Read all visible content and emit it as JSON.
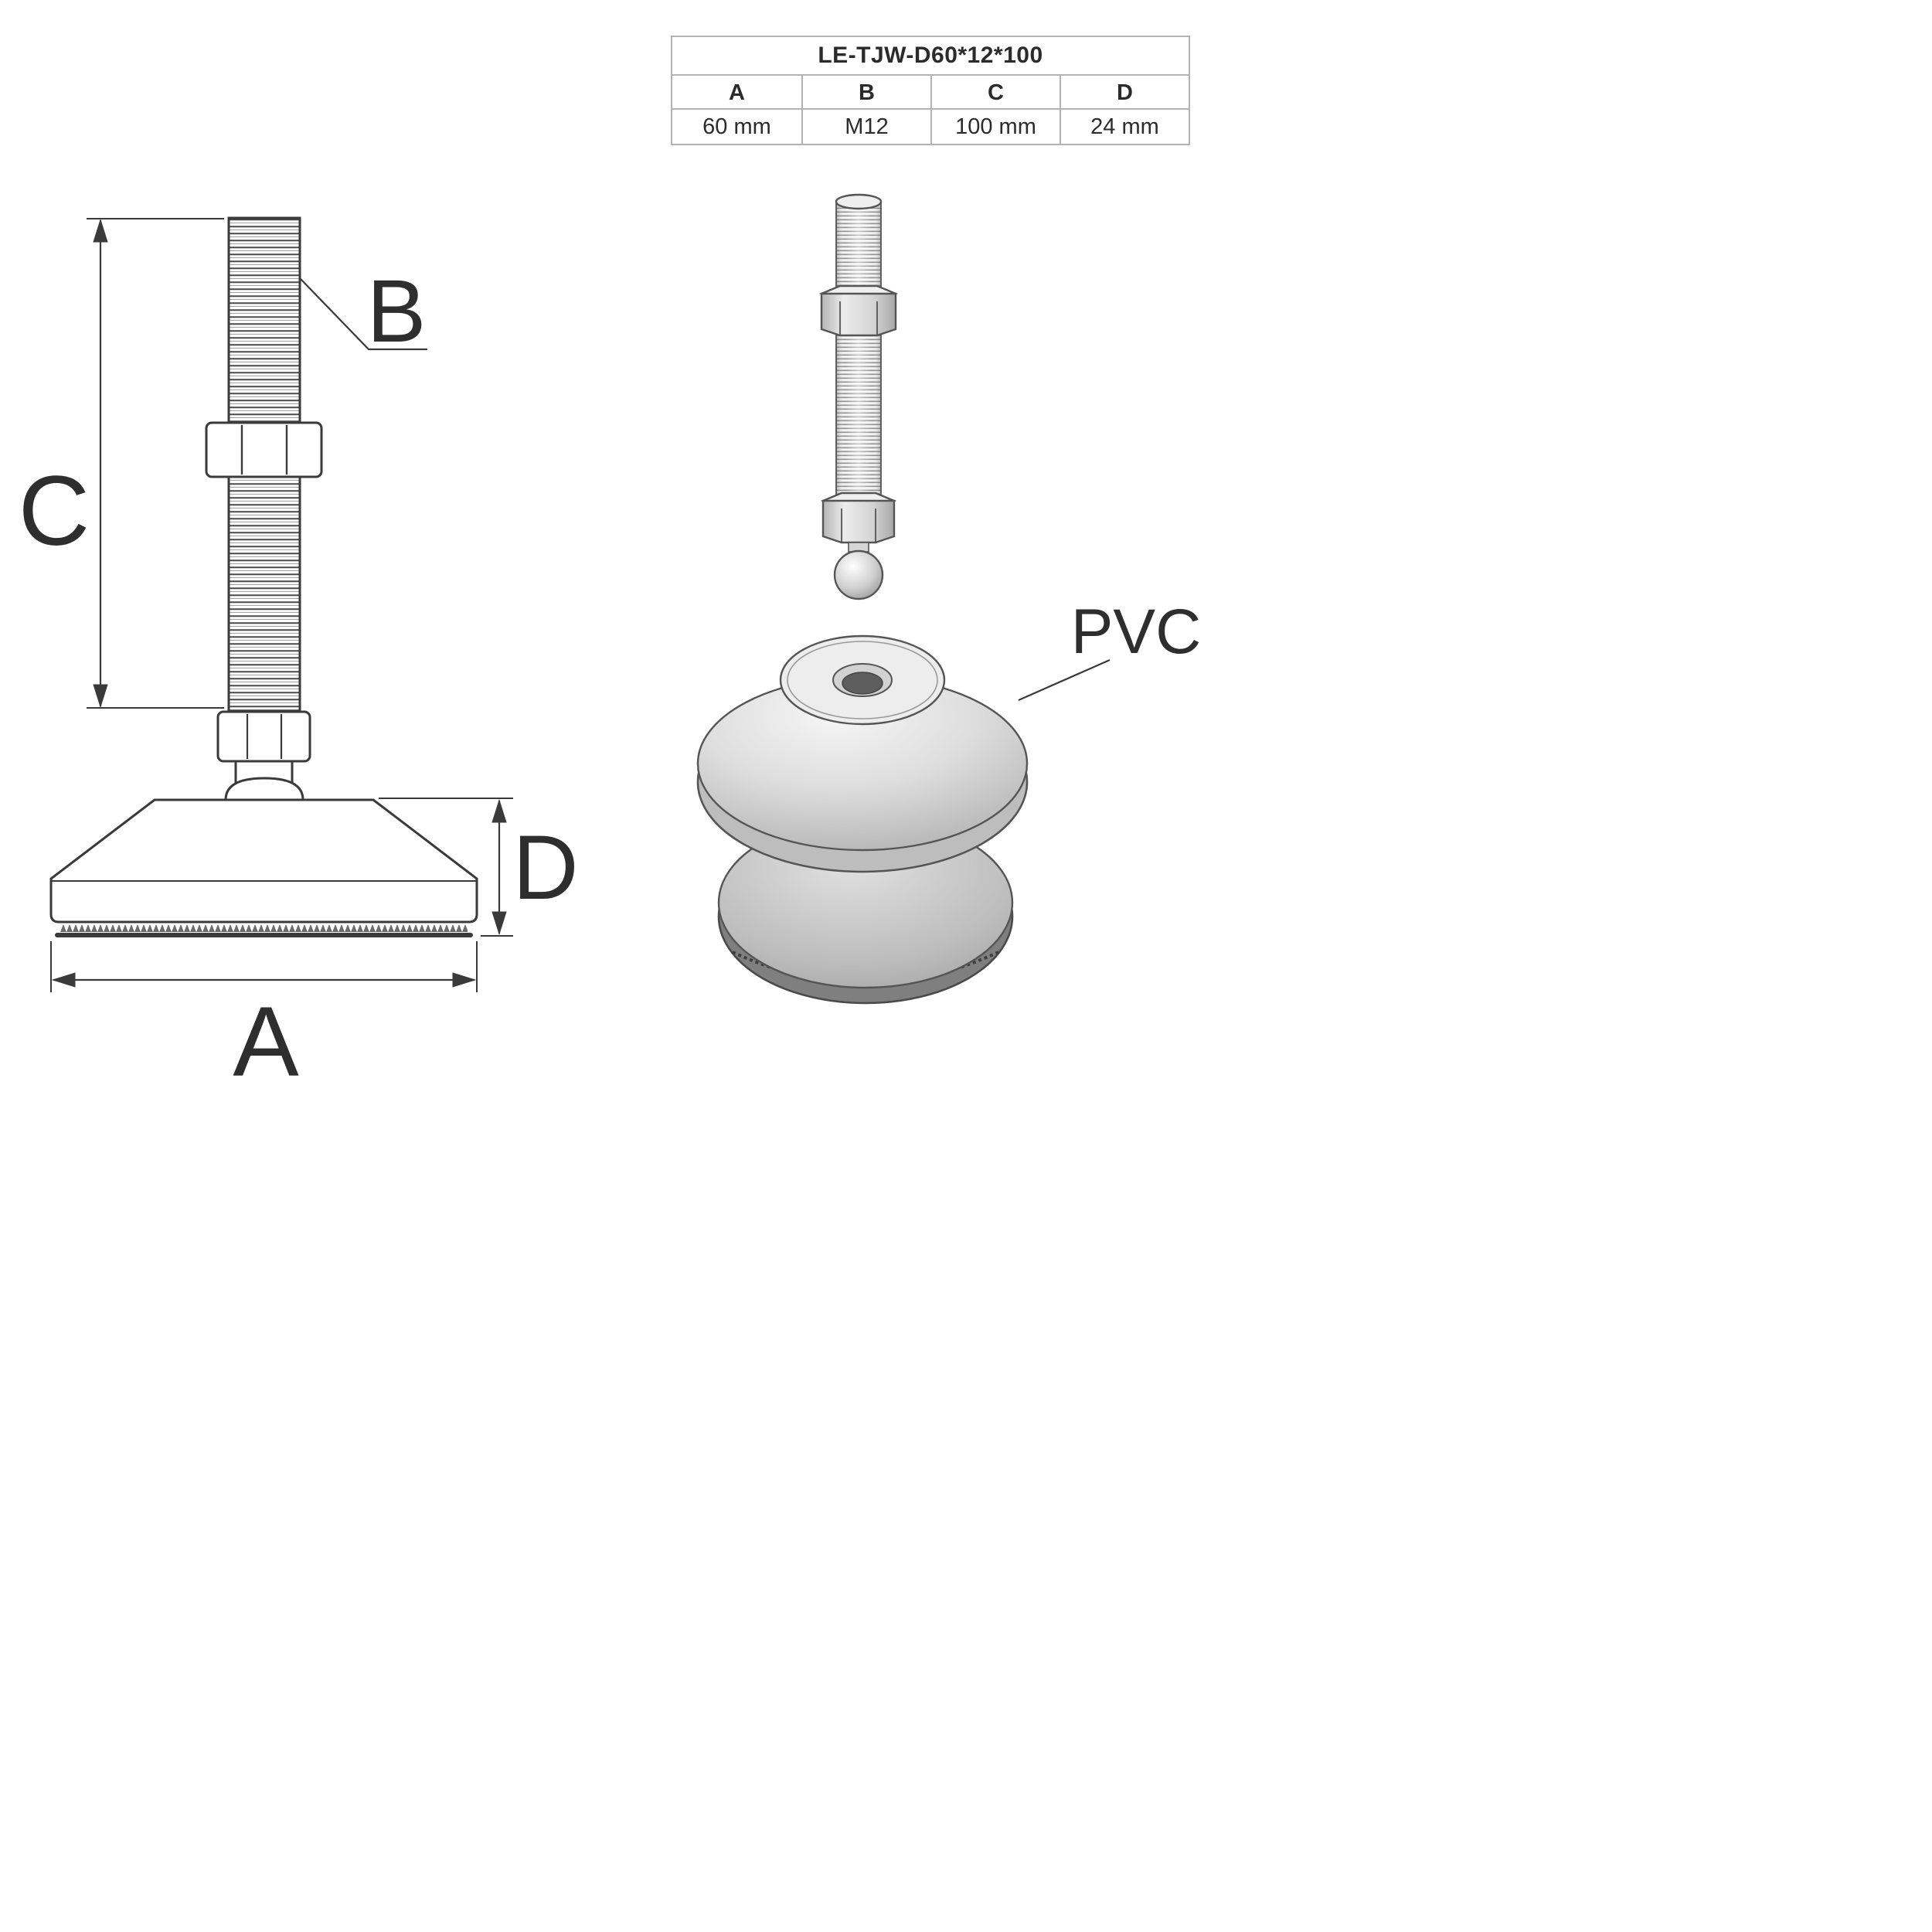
{
  "table": {
    "title": "LE-TJW-D60*12*100",
    "columns": [
      "A",
      "B",
      "C",
      "D"
    ],
    "values": [
      "60 mm",
      "M12",
      "100 mm",
      "24 mm"
    ]
  },
  "drawing": {
    "dim_a": "A",
    "dim_b": "B",
    "dim_c": "C",
    "dim_d": "D",
    "material_label": "PVC"
  },
  "colors": {
    "line": "#3a3a3a",
    "table_border": "#b3b3b3",
    "text": "#2b2b2b",
    "pad_dark": "#7f7f7f"
  }
}
